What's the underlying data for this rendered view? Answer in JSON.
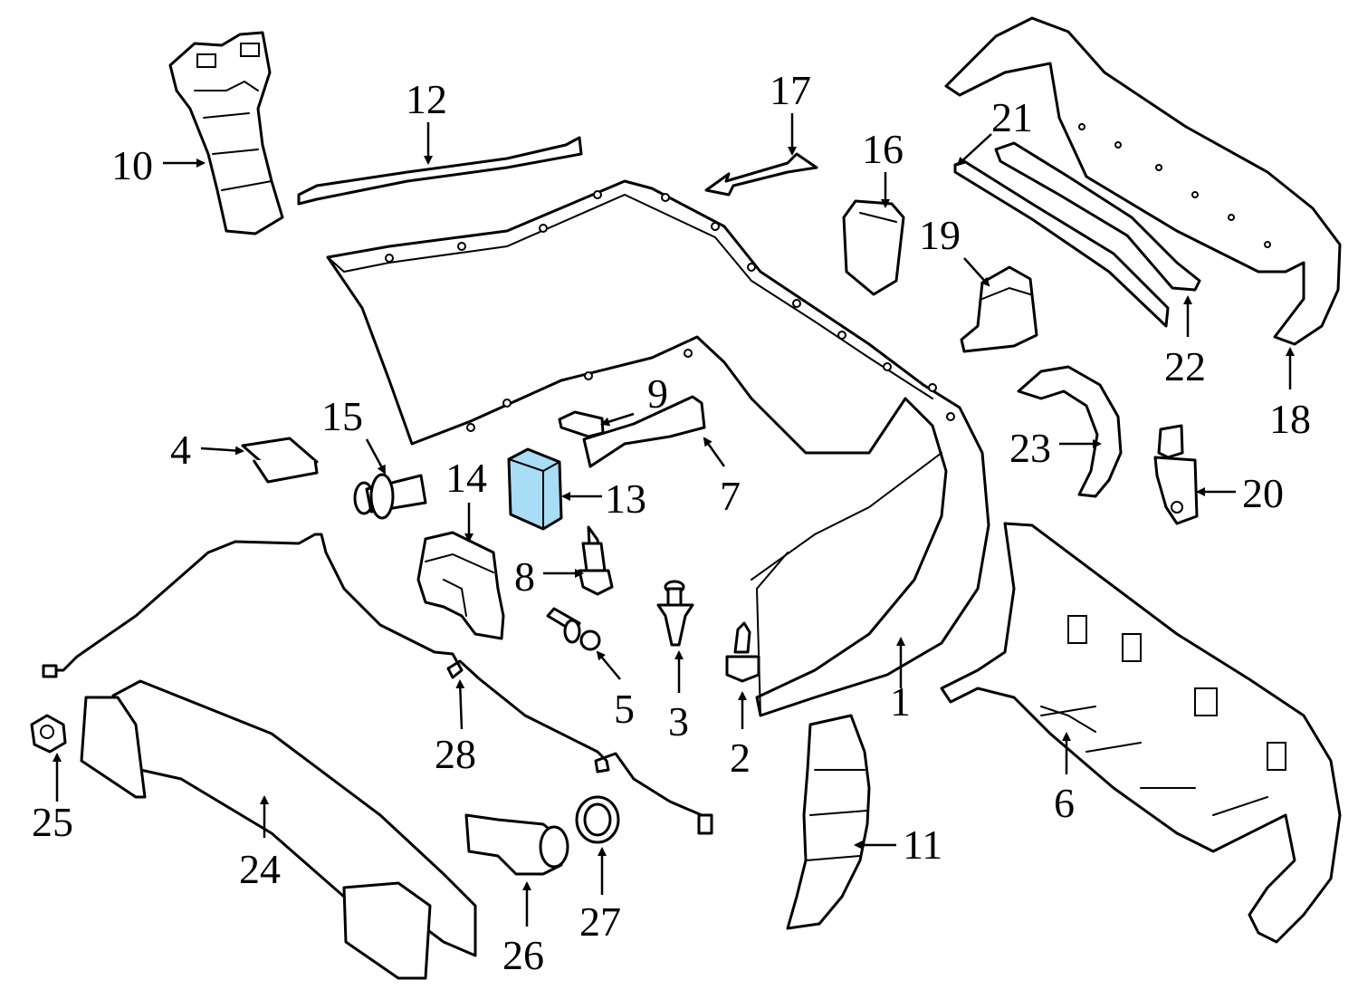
{
  "callouts": {
    "c1": "1",
    "c2": "2",
    "c3": "3",
    "c4": "4",
    "c5": "5",
    "c6": "6",
    "c7": "7",
    "c8": "8",
    "c9": "9",
    "c10": "10",
    "c11": "11",
    "c12": "12",
    "c13": "13",
    "c14": "14",
    "c15": "15",
    "c16": "16",
    "c17": "17",
    "c18": "18",
    "c19": "19",
    "c20": "20",
    "c21": "21",
    "c22": "22",
    "c23": "23",
    "c24": "24",
    "c25": "25",
    "c26": "26",
    "c27": "27",
    "c28": "28"
  },
  "highlighted_part": "13",
  "colors": {
    "highlight": "#a9dcf5",
    "line": "#000000",
    "background": "#ffffff"
  }
}
